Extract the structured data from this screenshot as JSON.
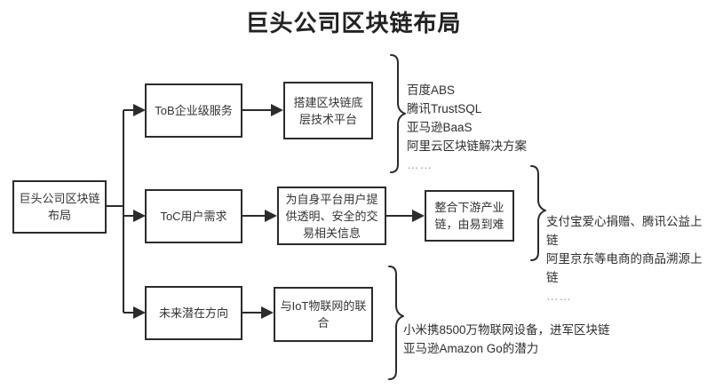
{
  "title": "巨头公司区块链布局",
  "root": {
    "label": "巨头公司区块链布局"
  },
  "branches": [
    {
      "category": "ToB企业级服务",
      "action": "搭建区块链底层技术平台",
      "examples": "百度ABS\n腾讯TrustSQL\n亚马逊BaaS\n阿里云区块链解决方案",
      "ellipsis": "……"
    },
    {
      "category": "ToC用户需求",
      "action": "为自身平台用户提供透明、安全的交易相关信息",
      "outcome": "整合下游产业链，由易到难",
      "examples": "支付宝爱心捐赠、腾讯公益上链\n阿里京东等电商的商品溯源上链",
      "ellipsis": "……"
    },
    {
      "category": "未来潜在方向",
      "action": "与IoT物联网的联合",
      "examples": "小米携8500万物联网设备，进军区块链\n亚马逊Amazon Go的潜力",
      "ellipsis": ""
    }
  ],
  "colors": {
    "line": "#2b2b2b",
    "text": "#333333",
    "title": "#222222",
    "ellipsis": "#9a9a9a",
    "background": "#ffffff"
  }
}
